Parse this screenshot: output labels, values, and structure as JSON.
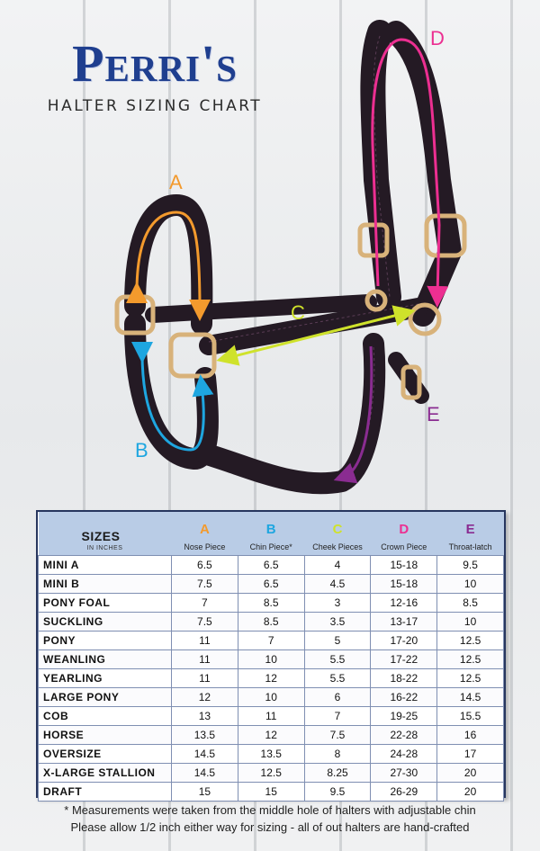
{
  "brand": {
    "name": "Perri's",
    "subtitle": "HALTER SIZING CHART"
  },
  "diagram": {
    "labels": {
      "A": "A",
      "B": "B",
      "C": "C",
      "D": "D",
      "E": "E"
    },
    "colors": {
      "A": "#f39a2d",
      "B": "#1ea6e0",
      "C": "#cfe22b",
      "D": "#ec2f91",
      "E": "#8a2c91",
      "leather": "#241a24",
      "brass": "#d8b27a"
    }
  },
  "table": {
    "header": {
      "sizes_title": "SIZES",
      "sizes_sub": "IN INCHES",
      "columns": [
        {
          "letter": "A",
          "label": "Nose Piece",
          "color": "#f39a2d"
        },
        {
          "letter": "B",
          "label": "Chin Piece*",
          "color": "#1ea6e0"
        },
        {
          "letter": "C",
          "label": "Cheek Pieces",
          "color": "#cfe22b"
        },
        {
          "letter": "D",
          "label": "Crown Piece",
          "color": "#ec2f91"
        },
        {
          "letter": "E",
          "label": "Throat-latch",
          "color": "#8a2c91"
        }
      ]
    },
    "rows": [
      {
        "size": "MINI A",
        "values": [
          "6.5",
          "6.5",
          "4",
          "15-18",
          "9.5"
        ]
      },
      {
        "size": "MINI B",
        "values": [
          "7.5",
          "6.5",
          "4.5",
          "15-18",
          "10"
        ]
      },
      {
        "size": "PONY FOAL",
        "values": [
          "7",
          "8.5",
          "3",
          "12-16",
          "8.5"
        ]
      },
      {
        "size": "SUCKLING",
        "values": [
          "7.5",
          "8.5",
          "3.5",
          "13-17",
          "10"
        ]
      },
      {
        "size": "PONY",
        "values": [
          "11",
          "7",
          "5",
          "17-20",
          "12.5"
        ]
      },
      {
        "size": "WEANLING",
        "values": [
          "11",
          "10",
          "5.5",
          "17-22",
          "12.5"
        ]
      },
      {
        "size": "YEARLING",
        "values": [
          "11",
          "12",
          "5.5",
          "18-22",
          "12.5"
        ]
      },
      {
        "size": "LARGE PONY",
        "values": [
          "12",
          "10",
          "6",
          "16-22",
          "14.5"
        ]
      },
      {
        "size": "COB",
        "values": [
          "13",
          "11",
          "7",
          "19-25",
          "15.5"
        ]
      },
      {
        "size": "HORSE",
        "values": [
          "13.5",
          "12",
          "7.5",
          "22-28",
          "16"
        ]
      },
      {
        "size": "OVERSIZE",
        "values": [
          "14.5",
          "13.5",
          "8",
          "24-28",
          "17"
        ]
      },
      {
        "size": "X-LARGE STALLION",
        "values": [
          "14.5",
          "12.5",
          "8.25",
          "27-30",
          "20"
        ]
      },
      {
        "size": "DRAFT",
        "values": [
          "15",
          "15",
          "9.5",
          "26-29",
          "20"
        ]
      }
    ]
  },
  "notes": {
    "line1": "* Measurements were taken from the middle hole of halters with adjustable chin",
    "line2": "Please allow 1/2 inch either way for sizing - all of out halters are hand-crafted"
  }
}
